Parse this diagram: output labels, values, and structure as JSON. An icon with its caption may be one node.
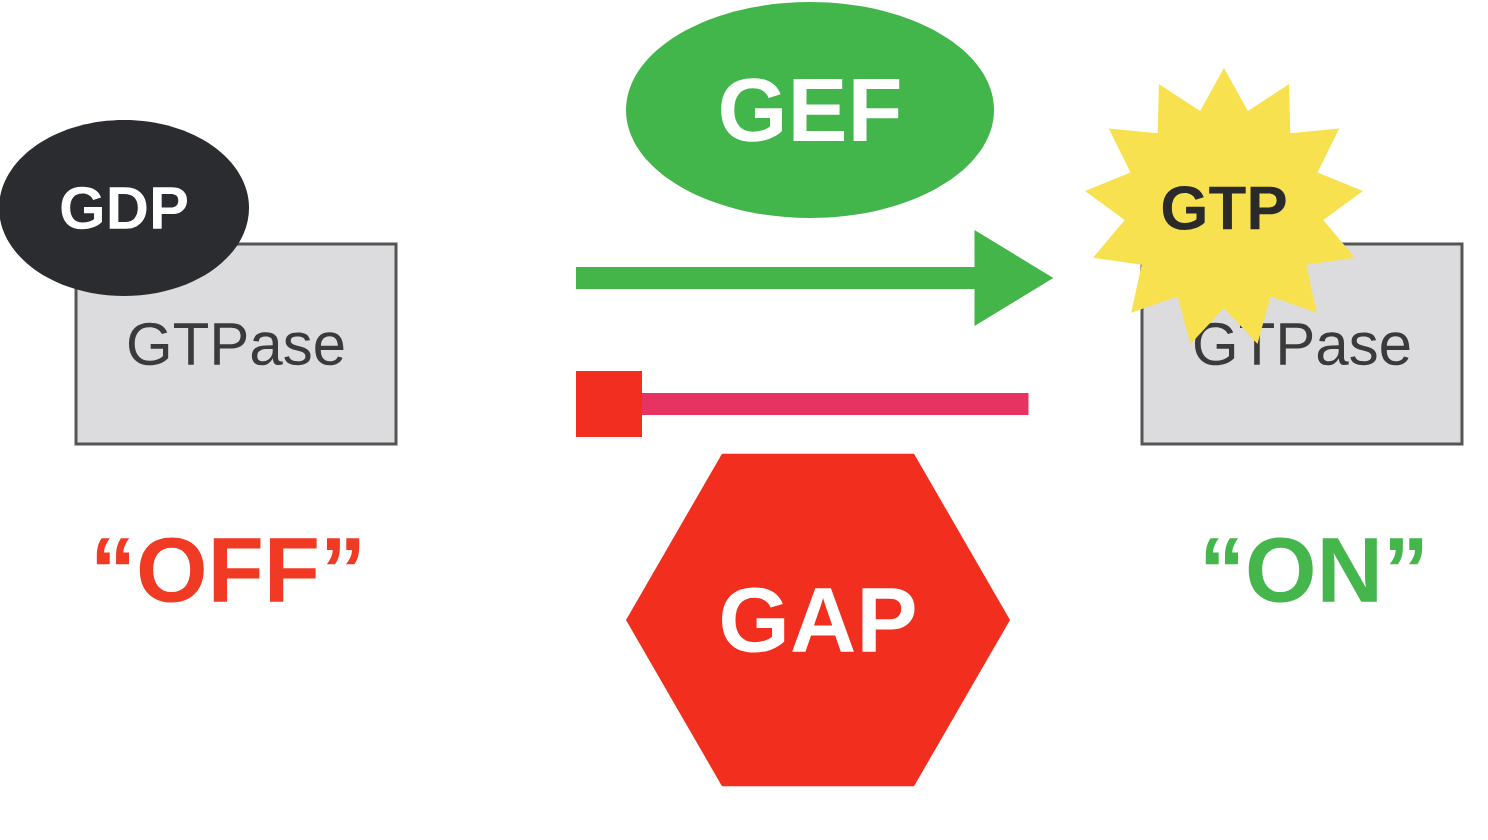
{
  "diagram": {
    "nodes": [
      {
        "text": [
          "GDP"
        ]
      },
      {
        "text": [
          "GTPase"
        ],
        "beside": [
          "“OFF”"
        ]
      },
      {
        "text": [
          "GEF"
        ]
      },
      {
        "text": [
          "GTP"
        ]
      },
      {
        "text": [
          "GTPase"
        ],
        "beside": [
          "“ON”"
        ]
      },
      {
        "text": [
          "GAP"
        ]
      }
    ],
    "edges": [
      {
        "from": null,
        "to": 4,
        "arrow": "to",
        "color": "#44b549"
      },
      {
        "from": 4,
        "to": null,
        "arrow": "other",
        "color": "#e63361"
      }
    ]
  }
}
